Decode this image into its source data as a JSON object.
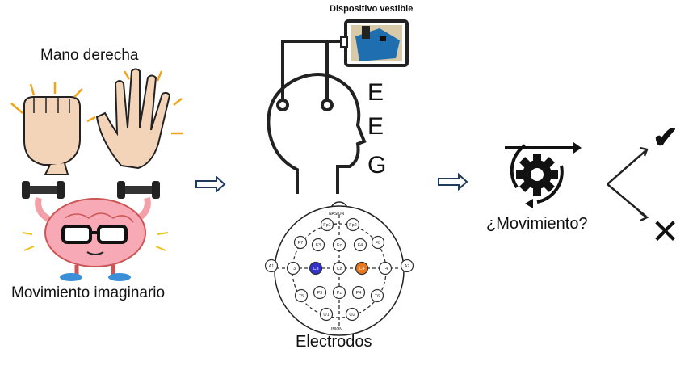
{
  "left": {
    "hand_title": "Mano derecha",
    "imagery_label": "Movimiento imaginario"
  },
  "device": {
    "label": "Dispositivo vestible"
  },
  "eeg": {
    "letters": [
      "E",
      "E",
      "G"
    ]
  },
  "electrodes": {
    "caption": "Electrodos",
    "nasion": "NASION",
    "inion": "INION",
    "points": [
      {
        "label": "Fp1"
      },
      {
        "label": "Fp2"
      },
      {
        "label": "F7"
      },
      {
        "label": "F3"
      },
      {
        "label": "Fz"
      },
      {
        "label": "F4"
      },
      {
        "label": "F8"
      },
      {
        "label": "T3"
      },
      {
        "label": "C3",
        "highlight": "#3333cc"
      },
      {
        "label": "Cz"
      },
      {
        "label": "C4",
        "highlight": "#e87722"
      },
      {
        "label": "T4"
      },
      {
        "label": "T5"
      },
      {
        "label": "P3"
      },
      {
        "label": "Pz"
      },
      {
        "label": "P4"
      },
      {
        "label": "T6"
      },
      {
        "label": "O1"
      },
      {
        "label": "O2"
      },
      {
        "label": "A1"
      },
      {
        "label": "A2"
      }
    ]
  },
  "classifier": {
    "question": "¿Movimiento?"
  },
  "outcomes": {
    "yes_symbol": "✔",
    "no_symbol": "✕"
  }
}
